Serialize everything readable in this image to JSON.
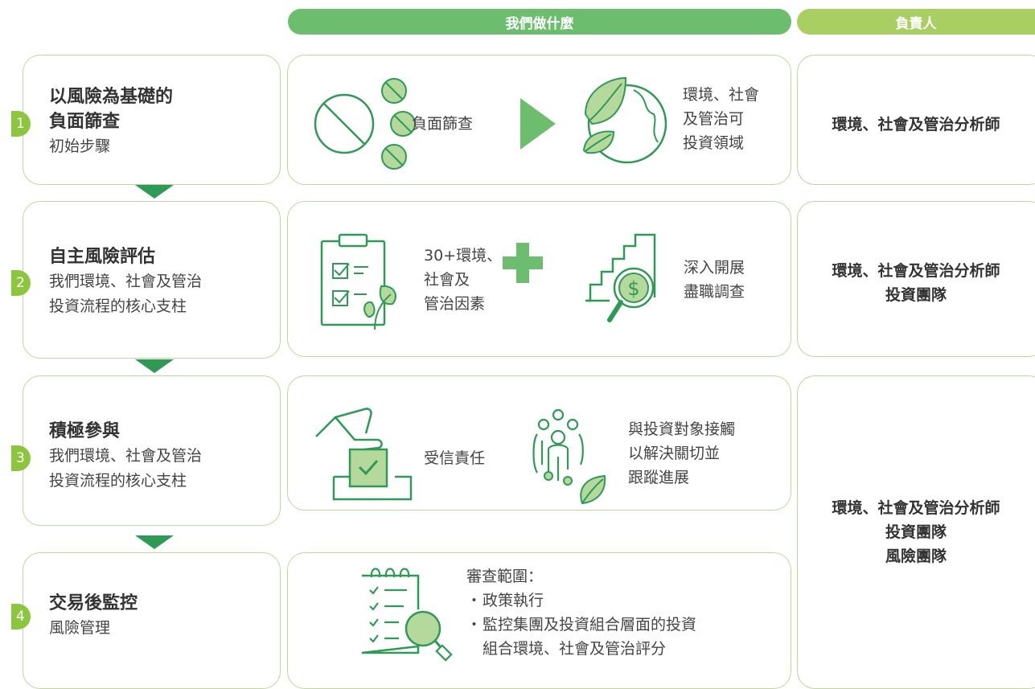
{
  "header": {
    "what_we_do": "我們做什麼",
    "responsible": "負責人"
  },
  "colors": {
    "green_dark": "#2f9a55",
    "green_mid": "#6cbd6e",
    "green_light": "#a9cf63",
    "pill_what": "#6cbd6e",
    "pill_who": "#a9cf63",
    "border": "#bcd89a",
    "number_tab": "#8cc63f"
  },
  "steps": [
    {
      "number": "1",
      "title_lines": [
        "以風險為基礎的",
        "負面篩查"
      ],
      "sub_lines": [
        "初始步驟"
      ]
    },
    {
      "number": "2",
      "title_lines": [
        "自主風險評估"
      ],
      "sub_lines": [
        "我們環境、社會及管治",
        "投資流程的核心支柱"
      ]
    },
    {
      "number": "3",
      "title_lines": [
        "積極參與"
      ],
      "sub_lines": [
        "我們環境、社會及管治",
        "投資流程的核心支柱"
      ]
    },
    {
      "number": "4",
      "title_lines": [
        "交易後監控"
      ],
      "sub_lines": [
        "風險管理"
      ]
    }
  ],
  "actions": {
    "row1": {
      "left": "負面篩查",
      "right_lines": [
        "環境、社會",
        "及管治可",
        "投資領域"
      ],
      "icons": [
        "prohibited-icon",
        "excluded-items-icon",
        "arrow-right-icon",
        "leaf-globe-icon"
      ]
    },
    "row2": {
      "left_lines": [
        "30+環境、",
        "社會及",
        "管治因素"
      ],
      "right_lines": [
        "深入開展",
        "盡職調查"
      ],
      "icons": [
        "checklist-leaf-icon",
        "plus-icon",
        "chart-magnifier-icon"
      ]
    },
    "row3": {
      "left": "受信責任",
      "right_lines": [
        "與投資對象接觸",
        "以解決關切並",
        "跟蹤進展"
      ],
      "icons": [
        "ballot-vote-icon",
        "people-leaf-icon"
      ]
    },
    "row4": {
      "title": "審查範圍：",
      "bullet_marker": "・",
      "bullets": [
        [
          "政策執行"
        ],
        [
          "監控集團及投資組合層面的投資",
          "組合環境、社會及管治評分"
        ]
      ],
      "icons": [
        "notepad-magnifier-icon"
      ]
    }
  },
  "owners": {
    "row1": [
      "環境、社會及管治分析師"
    ],
    "row2": [
      "環境、社會及管治分析師",
      "投資團隊"
    ],
    "row34": [
      "環境、社會及管治分析師",
      "投資團隊",
      "風險團隊"
    ]
  }
}
